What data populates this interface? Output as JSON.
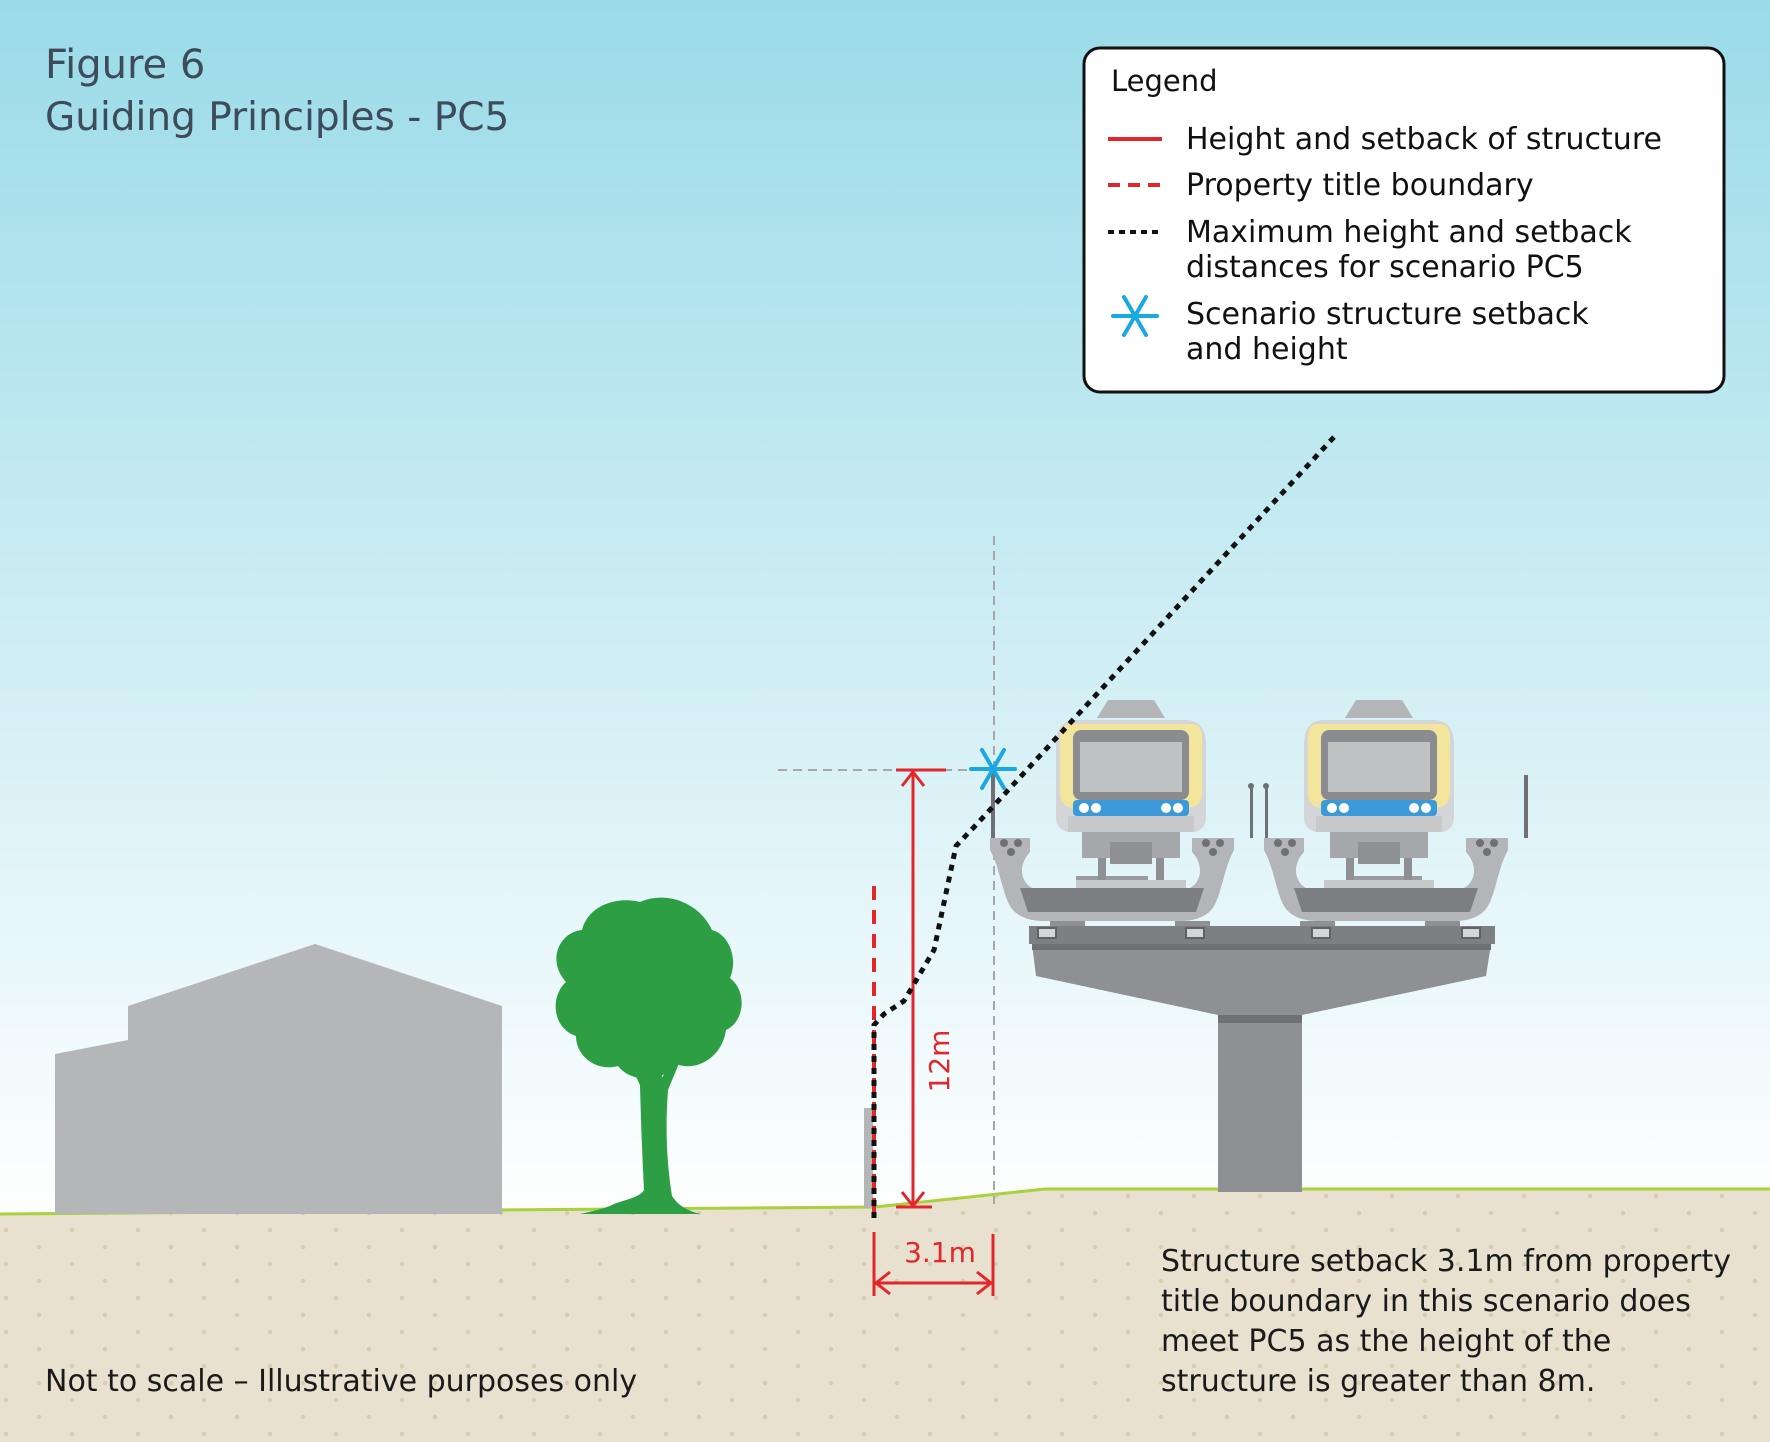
{
  "figure": {
    "number": "Figure 6",
    "subtitle": "Guiding Principles - PC5"
  },
  "legend": {
    "title": "Legend",
    "items": [
      {
        "style": "solid-red",
        "lines": [
          "Height and setback of structure"
        ]
      },
      {
        "style": "dashed-red",
        "lines": [
          "Property title boundary"
        ]
      },
      {
        "style": "dotted-black",
        "lines": [
          "Maximum height and setback",
          "distances for scenario PC5"
        ]
      },
      {
        "style": "blue-asterisk",
        "lines": [
          "Scenario structure setback",
          "and height"
        ]
      }
    ]
  },
  "dimensions": {
    "height": "12m",
    "setback": "3.1m"
  },
  "notes": {
    "disclaimer": "Not to scale – Illustrative purposes only",
    "explanation": [
      "Structure setback 3.1m from property",
      "title boundary in this scenario does",
      "meet PC5 as the height of the",
      "structure is greater than 8m."
    ]
  },
  "colors": {
    "red": "#e3262b",
    "blue_asterisk": "#1aa8e0",
    "tree_green": "#2d9e44",
    "ground_line": "#a9d13c",
    "building_grey": "#b5b6b8",
    "structure_grey": "#8e9093",
    "train_yellow": "#f3e59b",
    "train_blue": "#3d9ad8"
  }
}
